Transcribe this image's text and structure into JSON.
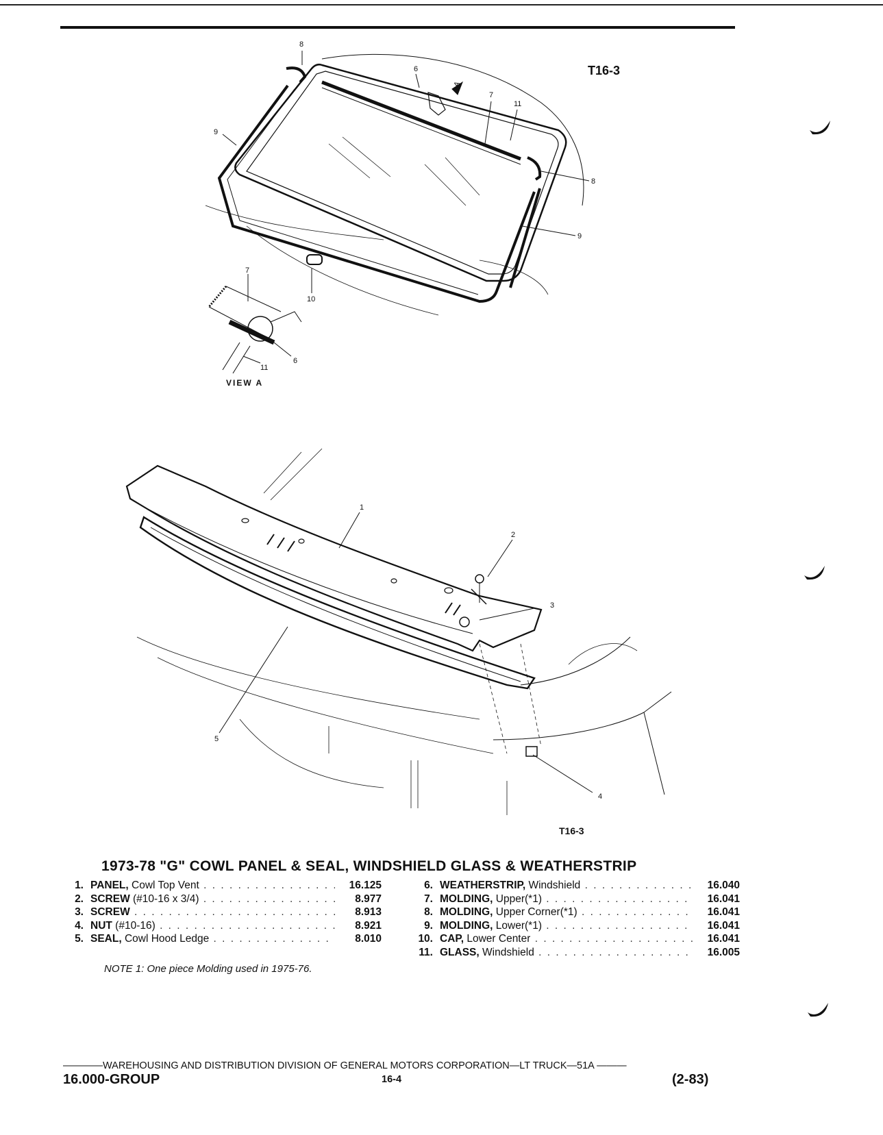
{
  "figure": {
    "code_top": "T16-3",
    "code_bottom": "T16-3",
    "view_label": "VIEW A",
    "callouts_top": [
      "8",
      "6",
      "A",
      "7",
      "11",
      "9",
      "8",
      "9",
      "10",
      "7",
      "6",
      "11"
    ],
    "callouts_bottom": [
      "1",
      "2",
      "3",
      "5",
      "4"
    ]
  },
  "title": "1973-78 \"G\" COWL PANEL & SEAL, WINDSHIELD GLASS & WEATHERSTRIP",
  "parts_left": [
    {
      "num": "1.",
      "name": "PANEL,",
      "desc": " Cowl Top Vent",
      "code": "16.125"
    },
    {
      "num": "2.",
      "name": "SCREW",
      "desc": " (#10-16 x 3/4)",
      "code": "8.977"
    },
    {
      "num": "3.",
      "name": "SCREW",
      "desc": "",
      "code": "8.913"
    },
    {
      "num": "4.",
      "name": "NUT",
      "desc": " (#10-16)",
      "code": "8.921"
    },
    {
      "num": "5.",
      "name": "SEAL,",
      "desc": " Cowl Hood Ledge",
      "code": "8.010"
    }
  ],
  "parts_right": [
    {
      "num": "6.",
      "name": "WEATHERSTRIP,",
      "desc": " Windshield",
      "code": "16.040"
    },
    {
      "num": "7.",
      "name": "MOLDING,",
      "desc": " Upper(*1)",
      "code": "16.041"
    },
    {
      "num": "8.",
      "name": "MOLDING,",
      "desc": " Upper Corner(*1)",
      "code": "16.041"
    },
    {
      "num": "9.",
      "name": "MOLDING,",
      "desc": " Lower(*1)",
      "code": "16.041"
    },
    {
      "num": "10.",
      "name": "CAP,",
      "desc": " Lower Center",
      "code": "16.041"
    },
    {
      "num": "11.",
      "name": "GLASS,",
      "desc": " Windshield",
      "code": "16.005"
    }
  ],
  "note": "NOTE 1: One piece Molding used in 1975-76.",
  "footer": {
    "line": "————WAREHOUSING AND DISTRIBUTION  DIVISION OF GENERAL MOTORS CORPORATION—LT TRUCK—51A  ———",
    "group": "16.000-GROUP",
    "page": "16-4",
    "date": "(2-83)"
  }
}
